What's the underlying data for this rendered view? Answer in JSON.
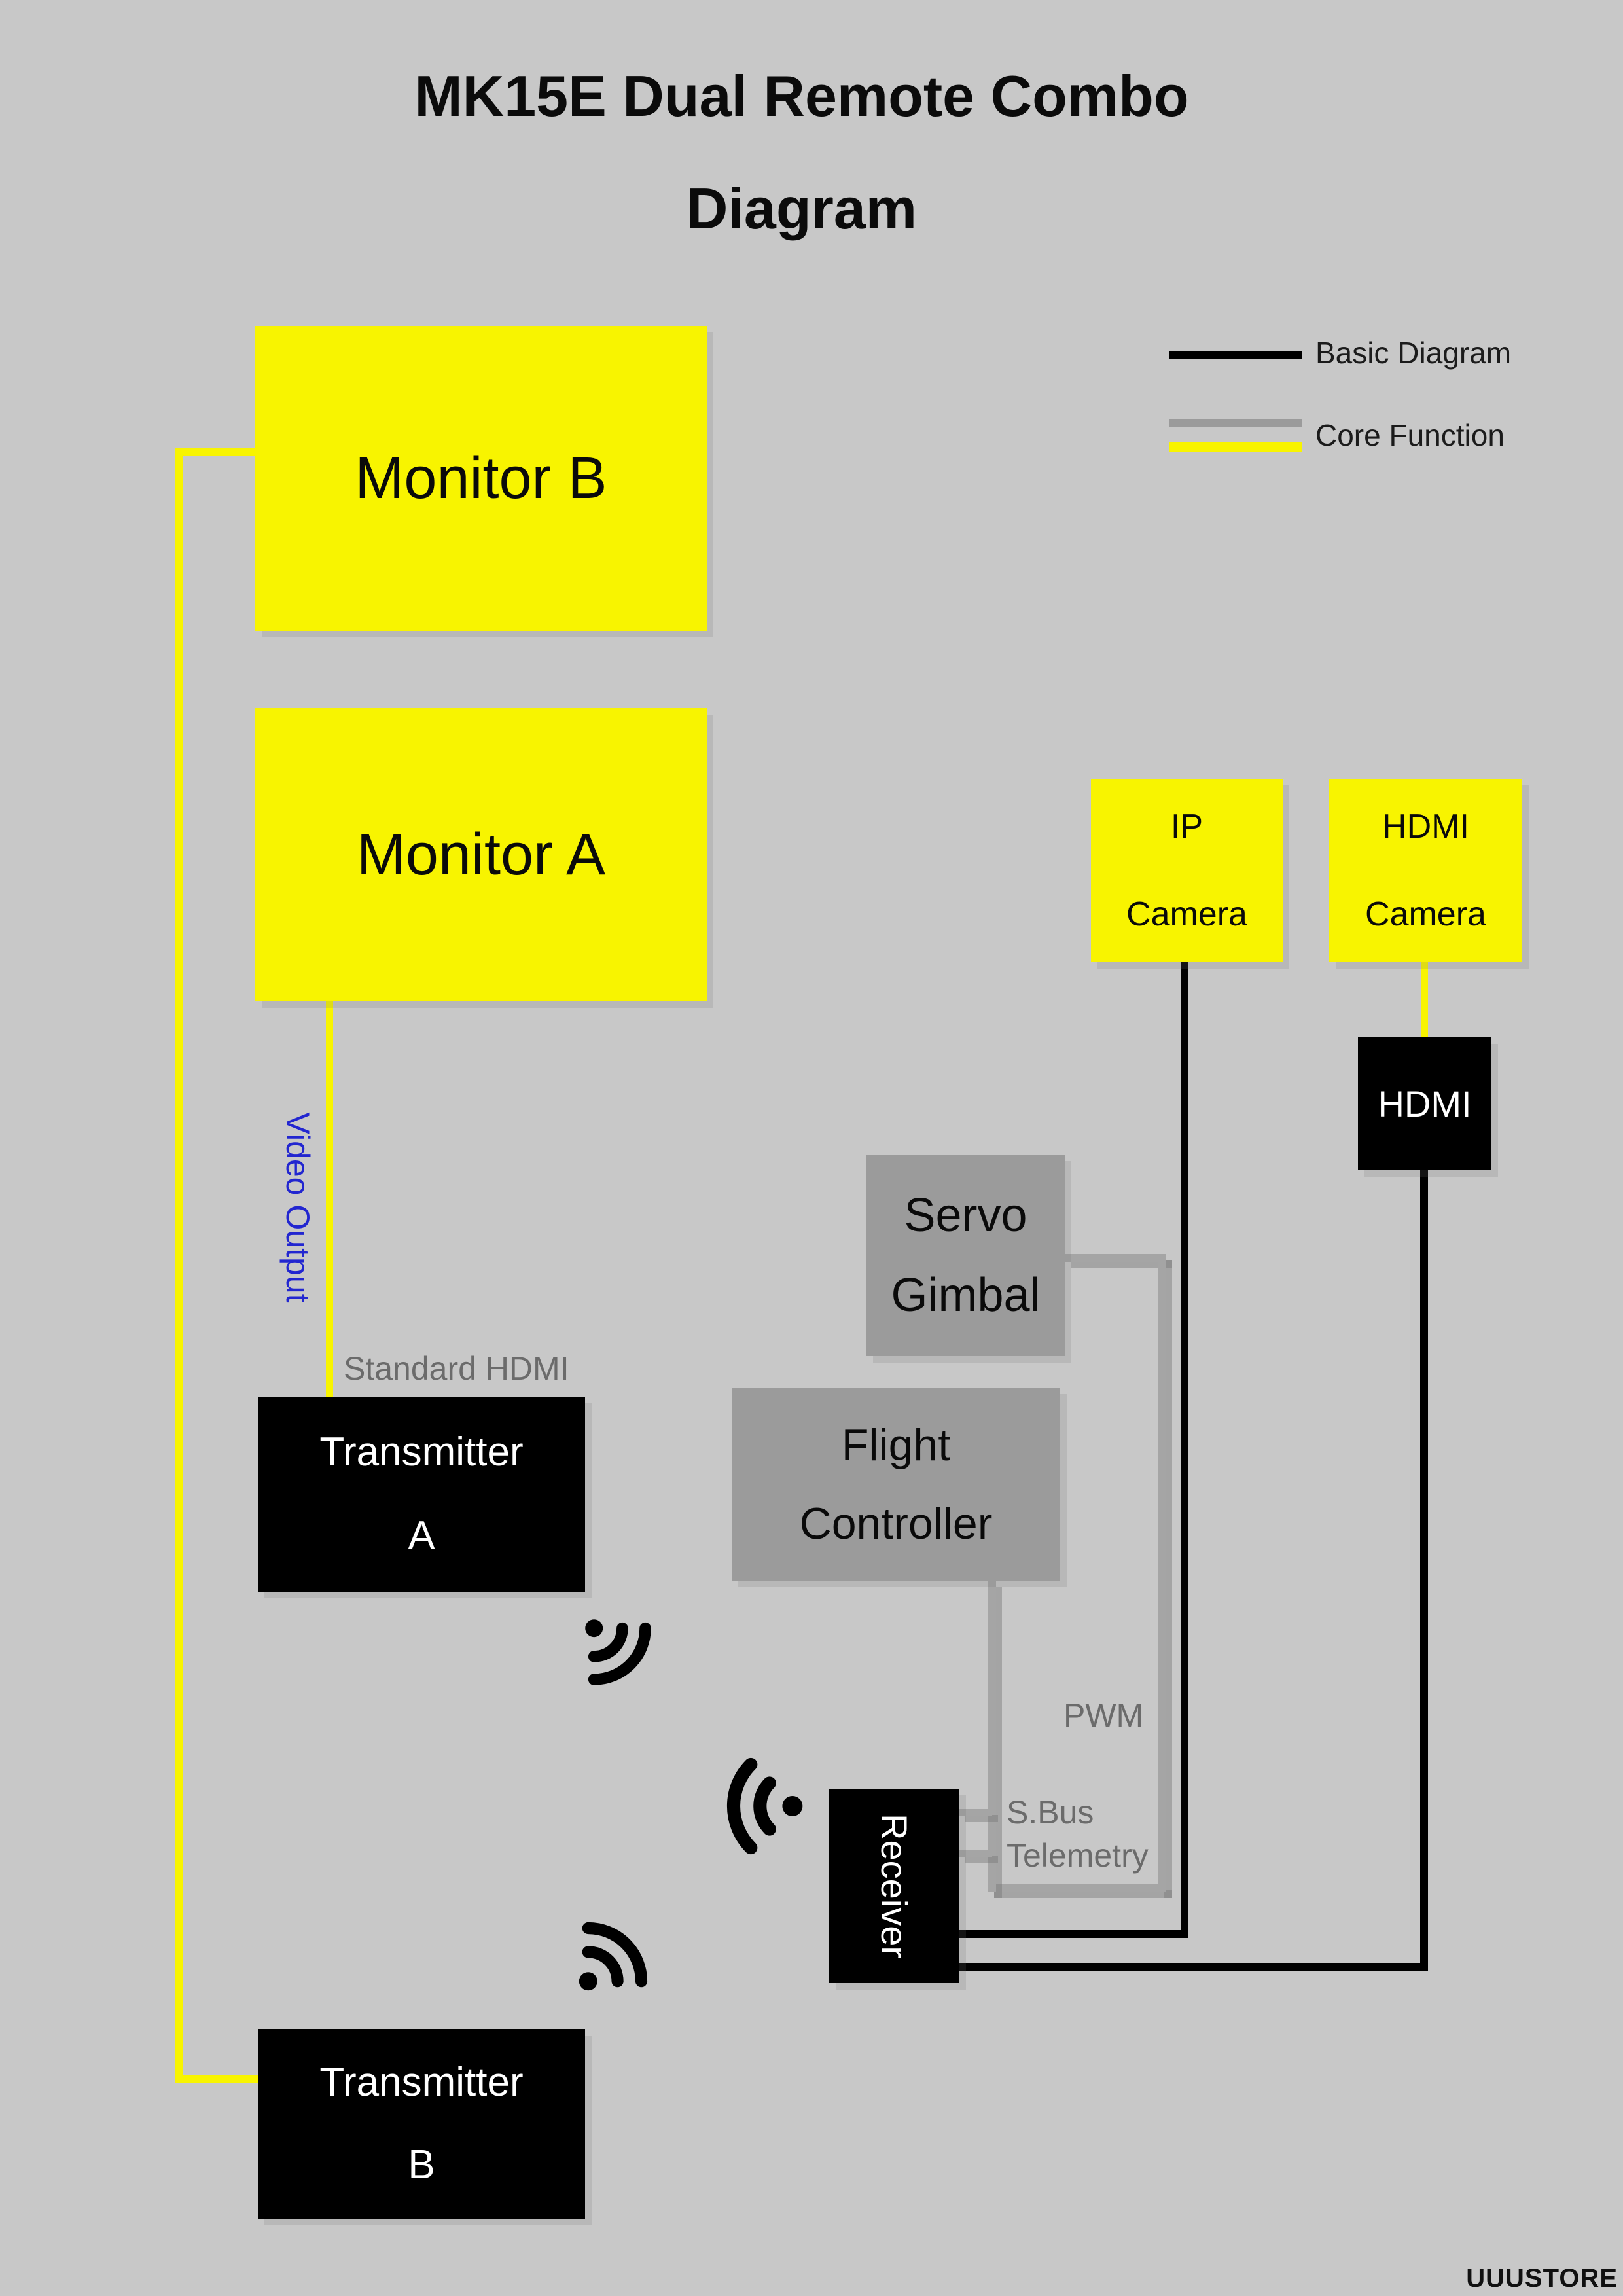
{
  "title": {
    "line1": "MK15E Dual Remote Combo",
    "line2": "Diagram"
  },
  "legend": {
    "items": [
      {
        "label": "Basic Diagram",
        "line_style": "black"
      },
      {
        "label": "Core Function",
        "line_style": "gray-over-yellow"
      }
    ],
    "basic_label": "Basic Diagram",
    "core_label": "Core Function"
  },
  "boxes": {
    "monitor_b": {
      "label": "Monitor B",
      "color": "yellow"
    },
    "monitor_a": {
      "label": "Monitor A",
      "color": "yellow"
    },
    "ip_camera": {
      "line1": "IP",
      "line2": "Camera",
      "color": "yellow"
    },
    "hdmi_camera": {
      "line1": "HDMI",
      "line2": "Camera",
      "color": "yellow"
    },
    "hdmi": {
      "label": "HDMI",
      "color": "black"
    },
    "servo_gimbal": {
      "line1": "Servo",
      "line2": "Gimbal",
      "color": "gray"
    },
    "flight_controller": {
      "line1": "Flight",
      "line2": "Controller",
      "color": "gray"
    },
    "transmitter_a": {
      "line1": "Transmitter",
      "line2": "A",
      "color": "black"
    },
    "receiver": {
      "label": "Receiver",
      "color": "black"
    },
    "transmitter_b": {
      "line1": "Transmitter",
      "line2": "B",
      "color": "black"
    }
  },
  "connection_labels": {
    "video_output": "Video Output",
    "standard_hdmi": "Standard HDMI",
    "pwm": "PWM",
    "sbus": "S.Bus",
    "telemetry": "Telemetry"
  },
  "connections": [
    {
      "from": "Monitor B",
      "to": "Transmitter B",
      "color": "yellow",
      "meaning": "core function"
    },
    {
      "from": "Monitor A",
      "to": "Transmitter A",
      "color": "yellow",
      "labels": [
        "Video Output",
        "Standard HDMI"
      ]
    },
    {
      "from": "HDMI Camera",
      "to": "HDMI",
      "color": "yellow"
    },
    {
      "from": "IP Camera",
      "to": "Receiver",
      "color": "black"
    },
    {
      "from": "HDMI",
      "to": "Receiver",
      "color": "black"
    },
    {
      "from": "Flight Controller",
      "to": "Receiver",
      "color": "gray",
      "labels": [
        "S.Bus",
        "Telemetry"
      ]
    },
    {
      "from": "Flight Controller",
      "to": "Servo Gimbal",
      "color": "gray",
      "labels": [
        "PWM"
      ]
    }
  ],
  "watermark": {
    "text": "UUUSTORE"
  },
  "colors": {
    "background": "#c8c8c8",
    "accent_yellow": "#f8f400",
    "box_gray": "#9b9b9b",
    "line_gray": "#a5a5a5",
    "label_gray": "#6b6b6b",
    "label_blue": "#2226d0",
    "black": "#000000",
    "white": "#ffffff"
  }
}
